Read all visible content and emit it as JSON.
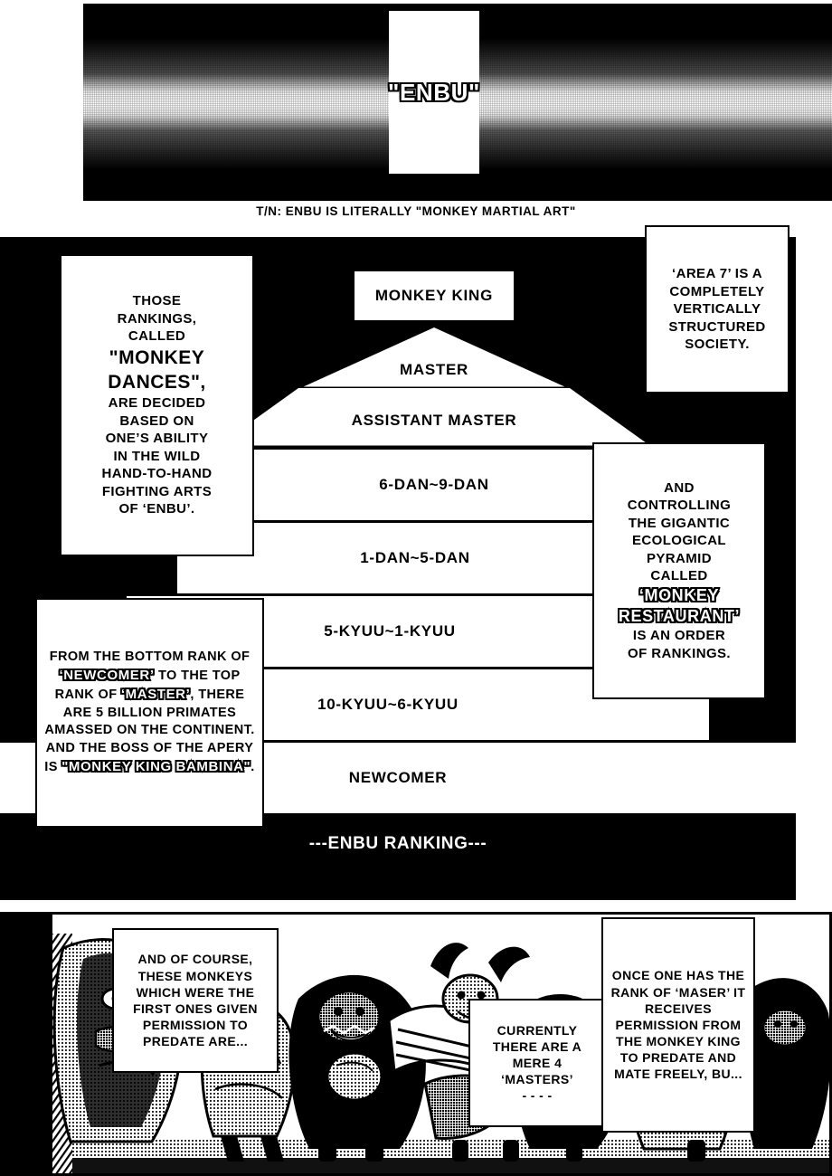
{
  "page": {
    "title": "Toriko - Enbu Ranking page",
    "background": "#ffffff",
    "ink": "#000000"
  },
  "panel_top": {
    "name": "enbu-splash-panel",
    "plate_text": "\"ENBU\"",
    "translator_note": "T/N: ENBU IS LITERALLY \"MONKEY MARTIAL ART\""
  },
  "panel_middle": {
    "name": "enbu-ranking-pyramid-panel",
    "caption": "---ENBU RANKING---",
    "king_box_label": "MONKEY KING",
    "pyramid": {
      "tiers": [
        {
          "label": "MASTER",
          "shape": "triangle-cap"
        },
        {
          "label": "ASSISTANT MASTER",
          "shape": "trapezoid"
        },
        {
          "label": "6-DAN~9-DAN",
          "shape": "band"
        },
        {
          "label": "1-DAN~5-DAN",
          "shape": "band"
        },
        {
          "label": "5-KYUU~1-KYUU",
          "shape": "band"
        },
        {
          "label": "10-KYUU~6-KYUU",
          "shape": "band"
        },
        {
          "label": "NEWCOMER",
          "shape": "band"
        }
      ]
    },
    "bubbles": {
      "left_top": {
        "lines": [
          "THOSE",
          "RANKINGS,",
          "CALLED"
        ],
        "emphasis": "\"MONKEY DANCES\",",
        "tail": [
          "ARE DECIDED",
          "BASED ON",
          "ONE’S ABILITY",
          "IN THE WILD",
          "HAND-TO-HAND",
          "FIGHTING ARTS",
          "OF ‘ENBU’."
        ]
      },
      "right_top": {
        "text": "‘AREA 7’ IS A COMPLETELY VERTICALLY STRUCTURED SOCIETY."
      },
      "right_mid": {
        "head": [
          "AND",
          "CONTROLLING",
          "THE GIGANTIC",
          "ECOLOGICAL",
          "PYRAMID",
          "CALLED"
        ],
        "shout": "‘MONKEY RESTAURANT’",
        "tail": [
          "IS AN ORDER",
          "OF RANKINGS."
        ]
      },
      "left_bottom": {
        "seg1": "FROM THE BOTTOM RANK OF ",
        "shout1": "‘NEWCOMER’",
        "seg2": " TO THE TOP RANK OF ",
        "shout2": "‘MASTER’",
        "seg3": ", THERE ARE 5 BILLION PRIMATES AMASSED ON THE CONTINENT. AND THE BOSS OF THE APERY IS ",
        "shout3": "\"MONKEY KING BAMBINA\"",
        "seg4": "."
      }
    }
  },
  "panel_bottom": {
    "name": "apes-gathering-panel",
    "bubbles": {
      "left": {
        "text": "AND OF COURSE, THESE MONKEYS WHICH WERE THE FIRST ONES GIVEN PERMISSION TO PREDATE ARE..."
      },
      "center": {
        "text": "CURRENTLY THERE ARE A MERE 4 ‘MASTERS’",
        "dashes": "- - - -"
      },
      "right": {
        "text": "ONCE ONE HAS THE RANK OF ‘MASER’ IT RECEIVES PERMISSION FROM THE MONKEY KING TO PREDATE AND MATE FREELY, BU..."
      }
    }
  }
}
